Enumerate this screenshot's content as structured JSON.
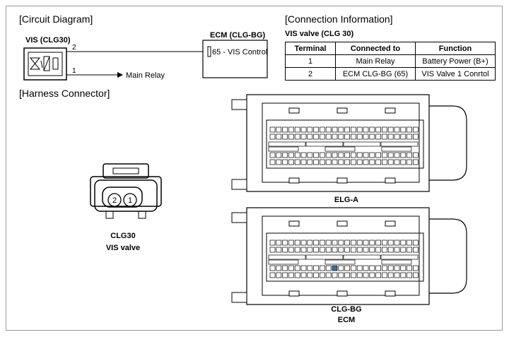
{
  "sections": {
    "circuit": "[Circuit Diagram]",
    "connection": "[Connection Information]",
    "harness": "[Harness Connector]"
  },
  "circuit": {
    "vis_label": "VIS (CLG30)",
    "ecm_label": "ECM (CLG-BG)",
    "ecm_pin": "65 - VIS Control",
    "wire_top": "2",
    "wire_bottom": "1",
    "main_relay": "Main Relay"
  },
  "connection": {
    "subtitle": "VIS valve (CLG 30)",
    "headers": [
      "Terminal",
      "Connected to",
      "Function"
    ],
    "rows": [
      [
        "1",
        "Main Relay",
        "Battery Power (B+)"
      ],
      [
        "2",
        "ECM CLG-BG (65)",
        "VIS Valve 1 Conrtol"
      ]
    ]
  },
  "harness": {
    "clg30_pins": [
      "2",
      "1"
    ],
    "clg30_name": "CLG30",
    "clg30_desc": "VIS valve",
    "elg_label": "ELG-A",
    "clgbg_label": "CLG-BG",
    "ecm_label": "ECM"
  },
  "colors": {
    "line": "#000000",
    "frame": "#9a9a9a",
    "highlight_pin": "#3c6ea8"
  }
}
